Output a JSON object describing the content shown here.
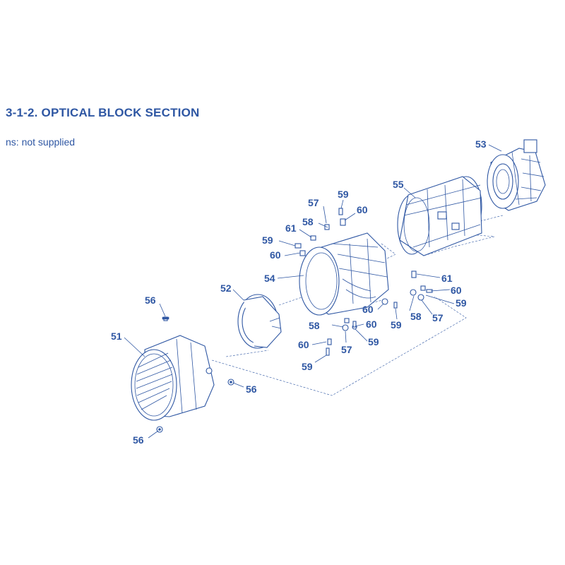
{
  "header": {
    "title": "3-1-2. OPTICAL BLOCK SECTION",
    "note": "ns: not supplied"
  },
  "callouts": [
    "51",
    "52",
    "53",
    "54",
    "55",
    "56",
    "57",
    "58",
    "59",
    "60",
    "61"
  ],
  "colors": {
    "ink": "#2f57a3",
    "background": "#ffffff"
  }
}
